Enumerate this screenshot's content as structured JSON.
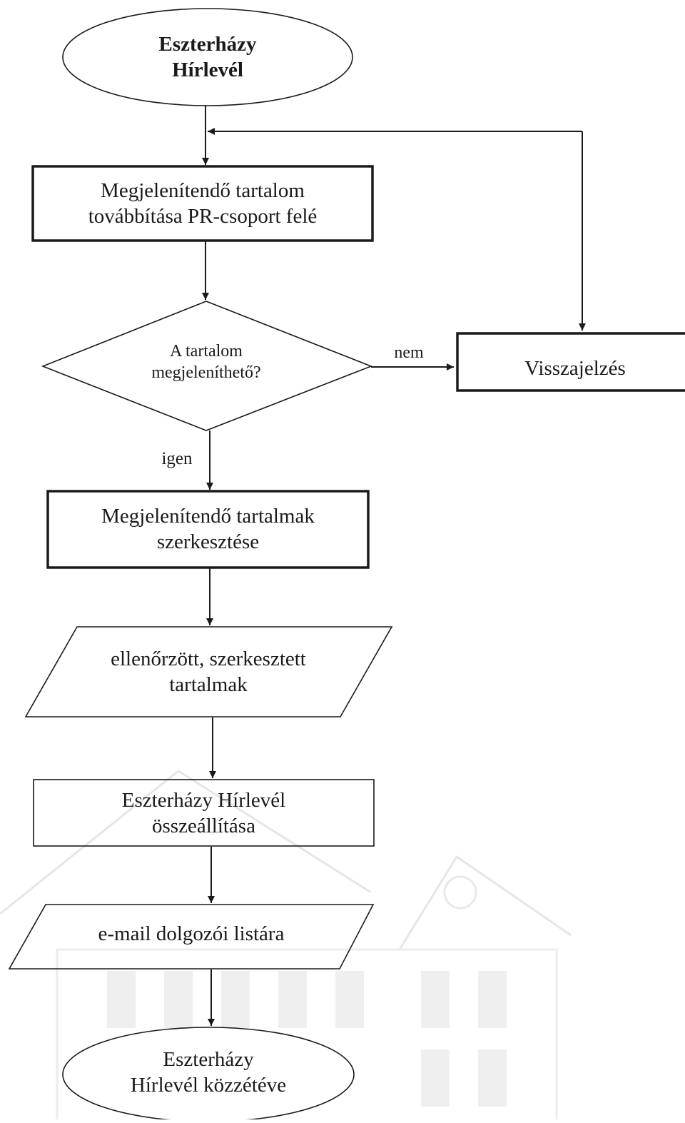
{
  "diagram": {
    "start": {
      "line1": "Eszterházy",
      "line2": "Hírlevél"
    },
    "step1": {
      "line1": "Megjelenítendő tartalom",
      "line2": "továbbítása PR-csoport felé"
    },
    "decision": {
      "line1": "A tartalom",
      "line2": "megjeleníthető?"
    },
    "feedback": {
      "label": "Visszajelzés"
    },
    "edge_no": "nem",
    "edge_yes": "igen",
    "step2": {
      "line1": "Megjelenítendő tartalmak",
      "line2": "szerkesztése"
    },
    "io1": {
      "line1": "ellenőrzött, szerkesztett",
      "line2": "tartalmak"
    },
    "step3": {
      "line1": "Eszterházy Hírlevél",
      "line2": "összeállítása"
    },
    "io2": {
      "label": "e-mail dolgozói listára"
    },
    "end": {
      "line1": "Eszterházy",
      "line2": "Hírlevél közzétéve"
    }
  },
  "colors": {
    "stroke": "#1a1a1a",
    "background": "#ffffff",
    "watermark": "#e4e4e4"
  }
}
